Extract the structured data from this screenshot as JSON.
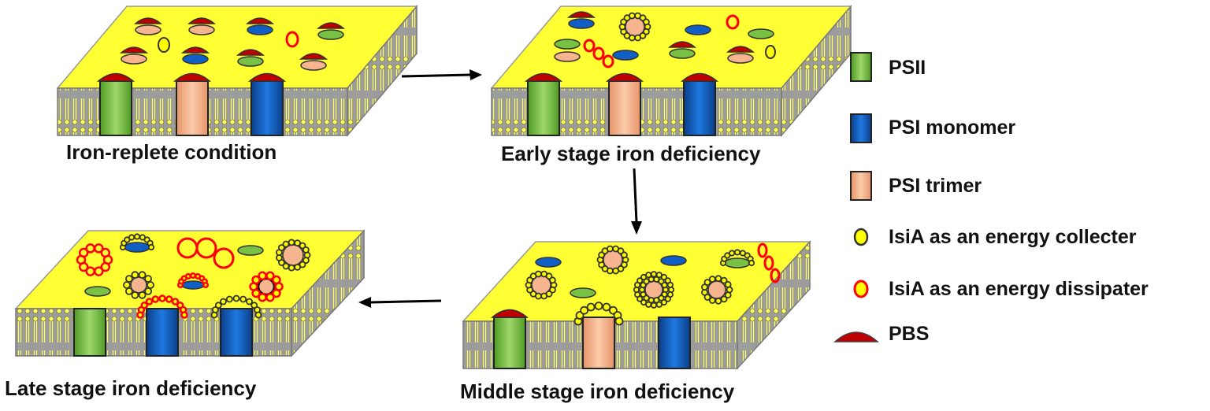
{
  "panels": [
    {
      "id": "iron-replete",
      "caption": "Iron-replete condition"
    },
    {
      "id": "early",
      "caption": "Early stage iron deficiency"
    },
    {
      "id": "middle",
      "caption": "Middle stage iron deficiency"
    },
    {
      "id": "late",
      "caption": "Late stage iron deficiency"
    }
  ],
  "legend": {
    "psii": "PSII",
    "psi_monomer": "PSI monomer",
    "psi_trimer": "PSI trimer",
    "isia_collector": "IsiA as an energy collecter",
    "isia_dissipator": "IsiA as an energy dissipater",
    "pbs": "PBS"
  },
  "colors": {
    "membrane_top": "#ffff33",
    "membrane_side": "#a8a8a8",
    "lipid": "#e6e600",
    "psii": "#79c142",
    "psi_monomer": "#0f5fc6",
    "psi_trimer": "#f6b48f",
    "pbs": "#c00000",
    "isia_collector_fill": "#ffff00",
    "isia_dissipator_ring": "#ff0000"
  }
}
